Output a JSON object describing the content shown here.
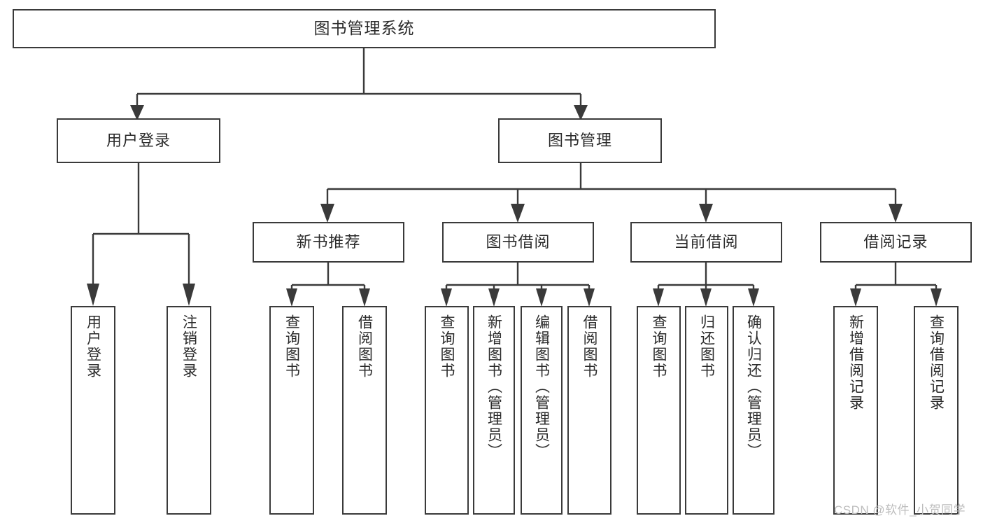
{
  "diagram": {
    "type": "tree-hierarchy",
    "title": "图书管理系统",
    "orientation": "top-down",
    "line_color": "#3a3a3a",
    "box_fill": "#ffffff",
    "text_color": "#2b2b2b",
    "levels": 4,
    "nodes": {
      "root": {
        "label": "图书管理系统",
        "level": 1
      },
      "l2": [
        {
          "id": "user-login",
          "label": "用户登录",
          "level": 2
        },
        {
          "id": "book-manage",
          "label": "图书管理",
          "level": 2
        }
      ],
      "l3": [
        {
          "id": "new-book-recommend",
          "label": "新书推荐",
          "level": 3,
          "parent": "book-manage"
        },
        {
          "id": "book-borrow",
          "label": "图书借阅",
          "level": 3,
          "parent": "book-manage"
        },
        {
          "id": "current-borrow",
          "label": "当前借阅",
          "level": 3,
          "parent": "book-manage"
        },
        {
          "id": "borrow-record",
          "label": "借阅记录",
          "level": 3,
          "parent": "book-manage"
        }
      ],
      "leaves": [
        {
          "id": "leaf-user-login",
          "label": "用户登录",
          "parent": "user-login"
        },
        {
          "id": "leaf-user-logout",
          "label": "注销登录",
          "parent": "user-login"
        },
        {
          "id": "leaf-query-book-1",
          "label": "查询图书",
          "parent": "new-book-recommend"
        },
        {
          "id": "leaf-borrow-book-1",
          "label": "借阅图书",
          "parent": "new-book-recommend"
        },
        {
          "id": "leaf-query-book-2",
          "label": "查询图书",
          "parent": "book-borrow"
        },
        {
          "id": "leaf-add-book",
          "label": "新增图书（管理员）",
          "parent": "book-borrow"
        },
        {
          "id": "leaf-edit-book",
          "label": "编辑图书（管理员）",
          "parent": "book-borrow"
        },
        {
          "id": "leaf-borrow-book-2",
          "label": "借阅图书",
          "parent": "book-borrow"
        },
        {
          "id": "leaf-query-book-3",
          "label": "查询图书",
          "parent": "current-borrow"
        },
        {
          "id": "leaf-return-book",
          "label": "归还图书",
          "parent": "current-borrow"
        },
        {
          "id": "leaf-confirm-return",
          "label": "确认归还（管理员）",
          "parent": "current-borrow"
        },
        {
          "id": "leaf-add-record",
          "label": "新增借阅记录",
          "parent": "borrow-record"
        },
        {
          "id": "leaf-query-record",
          "label": "查询借阅记录",
          "parent": "borrow-record"
        }
      ]
    }
  },
  "watermark": {
    "text": "CSDN @软件_小贺同学",
    "color": "#bdbdbd"
  }
}
